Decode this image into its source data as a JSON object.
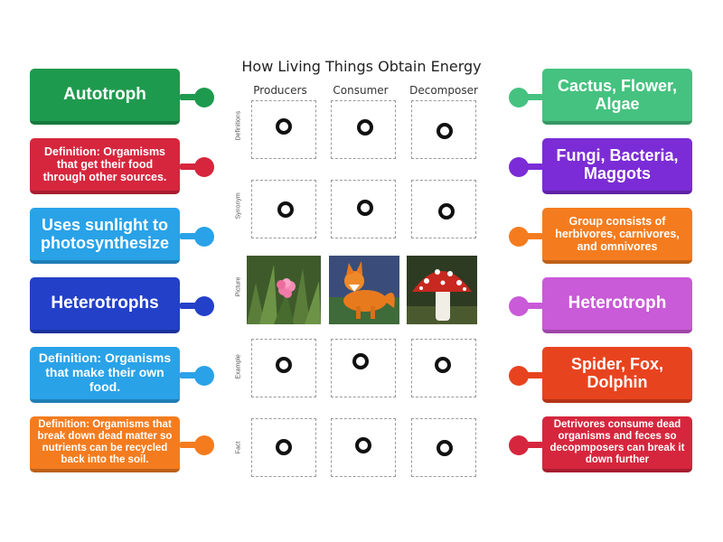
{
  "worksheet": {
    "title": "How Living Things Obtain Energy",
    "columns": [
      "Producers",
      "Consumer",
      "Decomposer"
    ],
    "rows": [
      "Definitions",
      "Synonym",
      "Picture",
      "Example",
      "Fact"
    ],
    "pictures": [
      "pink-flower-image",
      "fox-image",
      "mushroom-image"
    ]
  },
  "left_cards": [
    {
      "text": "Autotroph",
      "color": "#1e9a4e"
    },
    {
      "text": "Definition: Orgamisms that get their food through other sources.",
      "color": "#d6263d"
    },
    {
      "text": "Uses sunlight to photosynthesize",
      "color": "#29a2e8"
    },
    {
      "text": "Heterotrophs",
      "color": "#2340c9"
    },
    {
      "text": "Definition: Organisms that make their own food.",
      "color": "#29a2e8"
    },
    {
      "text": "Definition: Orgamisms that break down dead matter so nutrients can be recycled back into the soil.",
      "color": "#f47c1f"
    }
  ],
  "right_cards": [
    {
      "text": "Cactus, Flower, Algae",
      "color": "#45c27f"
    },
    {
      "text": "Fungi, Bacteria, Maggots",
      "color": "#7b2cd6"
    },
    {
      "text": "Group consists of herbivores, carnivores, and omnivores",
      "color": "#f47c1f"
    },
    {
      "text": "Heterotroph",
      "color": "#c95ad8"
    },
    {
      "text": "Spider, Fox, Dolphin",
      "color": "#e8431f"
    },
    {
      "text": "Detrivores consume dead organisms and feces so decopmposers can break it down further",
      "color": "#d6263d"
    }
  ]
}
